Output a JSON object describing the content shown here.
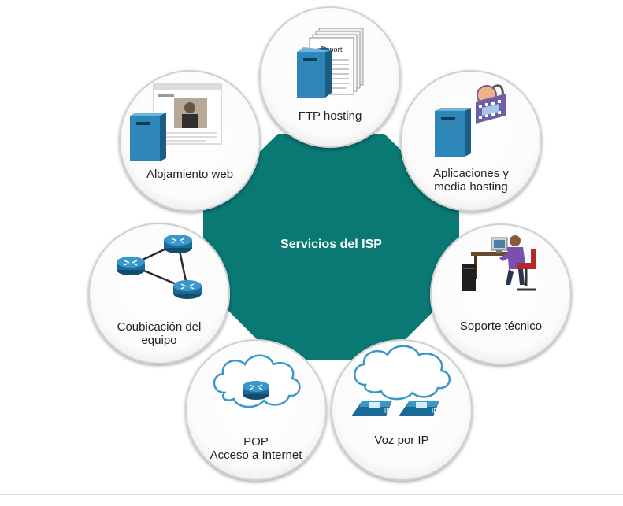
{
  "diagram": {
    "hub": {
      "title": "Servicios del ISP",
      "color": "#0a7873"
    },
    "services": [
      {
        "id": "ftp",
        "label": "FTP hosting",
        "doc_text": "Report"
      },
      {
        "id": "web",
        "label": "Alojamiento web"
      },
      {
        "id": "apps",
        "label_line1": "Aplicaciones y",
        "label_line2": "media hosting"
      },
      {
        "id": "colo",
        "label_line1": "Coubicación del",
        "label_line2": "equipo"
      },
      {
        "id": "support",
        "label": "Soporte técnico"
      },
      {
        "id": "pop",
        "label_line1": "POP",
        "label_line2": "Acceso a Internet"
      },
      {
        "id": "voip",
        "label": "Voz por IP",
        "phone_badge": "IP"
      }
    ]
  },
  "icons": [
    "server-icon",
    "report-document-icon",
    "web-page-icon",
    "media-film-icon",
    "router-icon",
    "cloud-icon",
    "ip-phone-icon",
    "technician-icon"
  ]
}
